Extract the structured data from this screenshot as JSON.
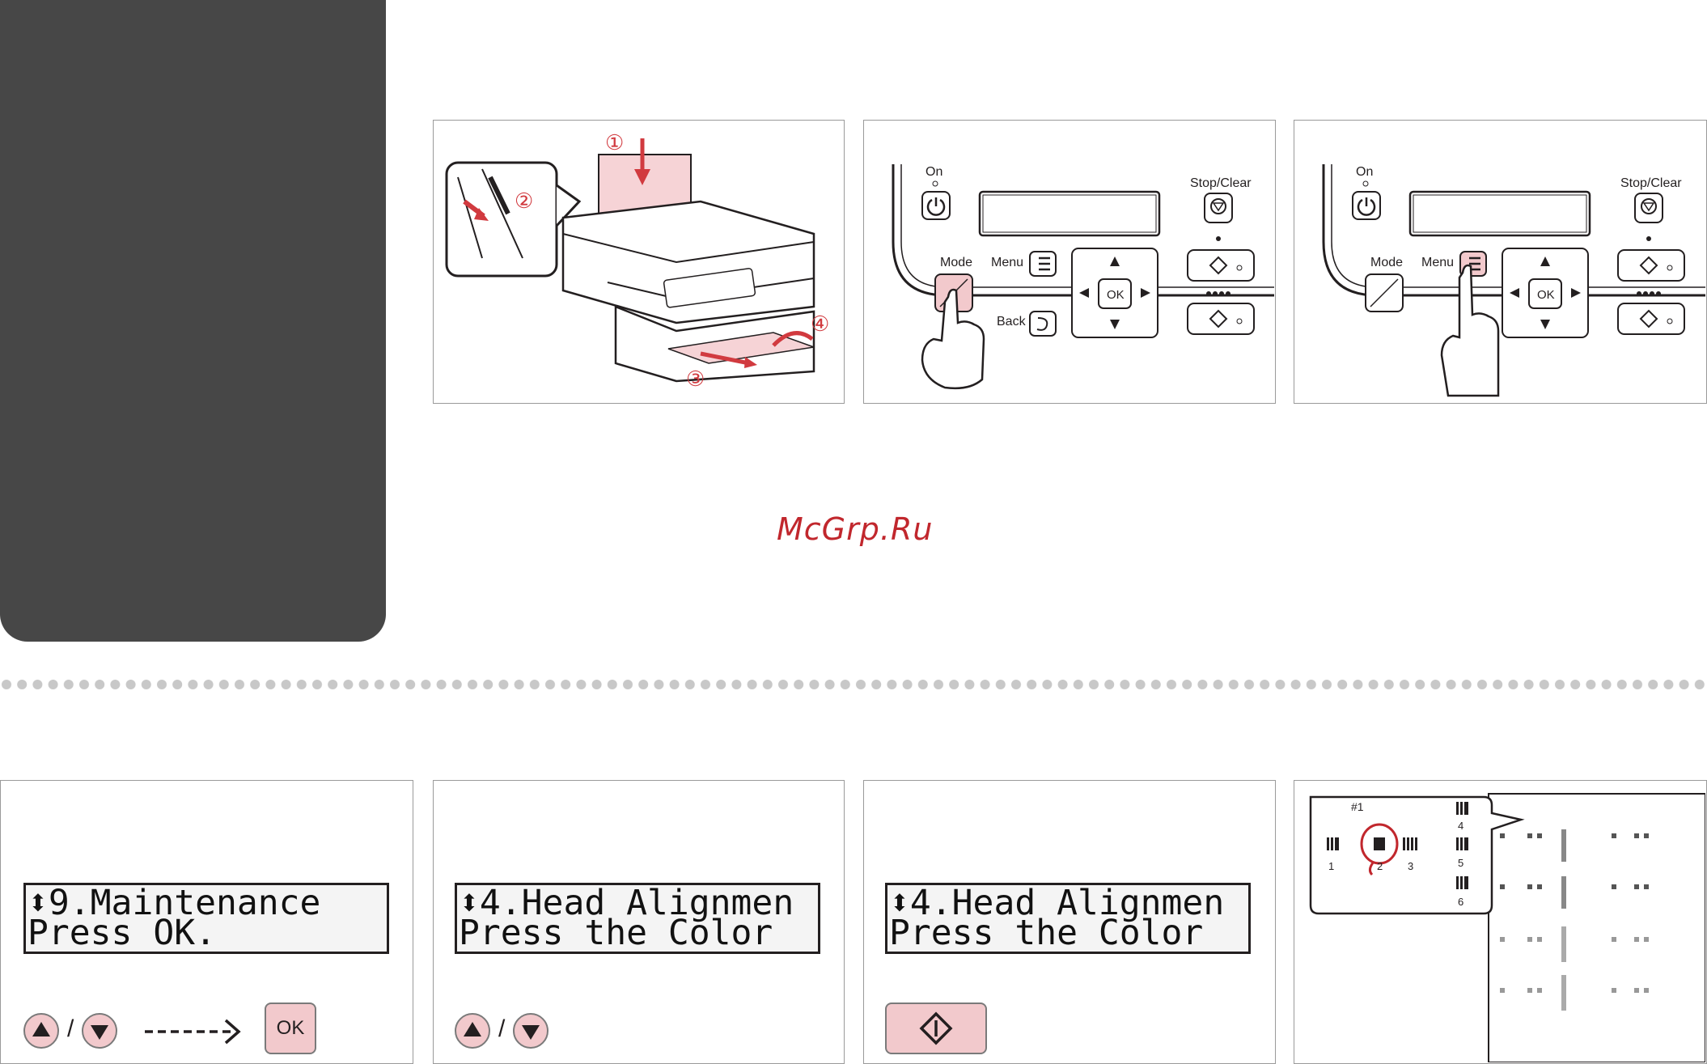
{
  "watermark": "McGrp.Ru",
  "panel1": {
    "step1": "①",
    "step2": "②",
    "step3": "③",
    "step4": "④"
  },
  "control_panel": {
    "on_label": "On",
    "stop_clear_label": "Stop/Clear",
    "mode_label": "Mode",
    "menu_label": "Menu",
    "back_label": "Back",
    "ok_label": "OK"
  },
  "lcd_screens": [
    {
      "line1": "⬍9.Maintenance",
      "line2": "Press OK."
    },
    {
      "line1": "⬍4.Head Alignmen",
      "line2": "Press the Color"
    },
    {
      "line1": "⬍4.Head Alignmen",
      "line2": "Press the Color"
    }
  ],
  "step_controls": {
    "slash": "/",
    "ok_label": "OK"
  },
  "pattern_sheet": {
    "header": "#1",
    "numbers": [
      "1",
      "2",
      "3",
      "4",
      "5",
      "6"
    ]
  },
  "colors": {
    "accent_pink": "#f2c9cc",
    "accent_red": "#c1272d",
    "sidebar": "#474747"
  }
}
